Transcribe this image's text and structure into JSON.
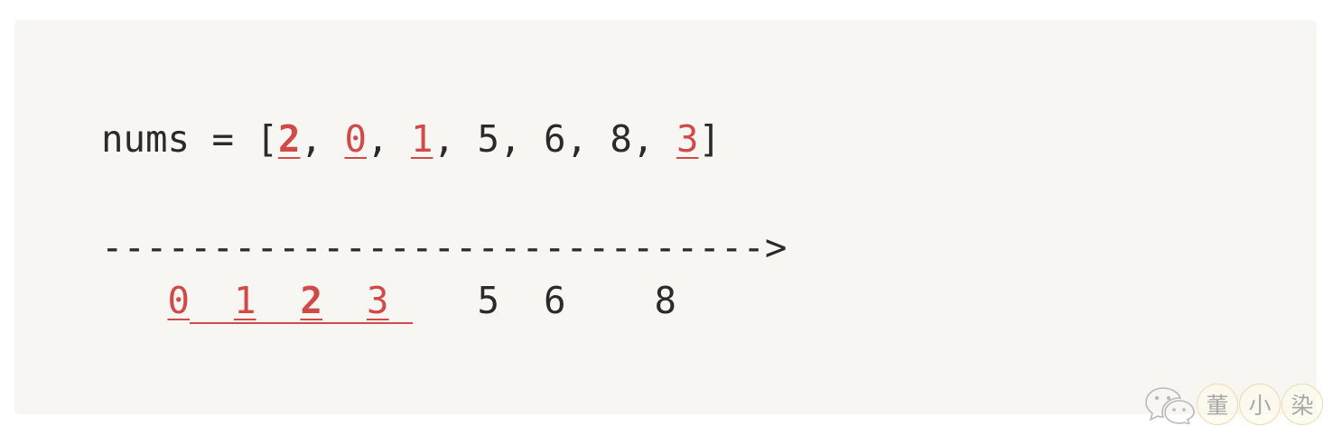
{
  "code_block": {
    "array_line": [
      {
        "text": "nums = [",
        "highlight": false,
        "bold": false
      },
      {
        "text": "2",
        "highlight": true,
        "bold": true
      },
      {
        "text": ", ",
        "highlight": false,
        "bold": false
      },
      {
        "text": "0",
        "highlight": true,
        "bold": false
      },
      {
        "text": ", ",
        "highlight": false,
        "bold": false
      },
      {
        "text": "1",
        "highlight": true,
        "bold": false
      },
      {
        "text": ", 5, 6, 8, ",
        "highlight": false,
        "bold": false
      },
      {
        "text": "3",
        "highlight": true,
        "bold": false
      },
      {
        "text": "]",
        "highlight": false,
        "bold": false
      }
    ],
    "axis_line": "------------------------------>",
    "number_line": [
      {
        "text": "   ",
        "highlight": false,
        "bold": false
      },
      {
        "text": "0",
        "highlight": true,
        "bold": false
      },
      {
        "text": "  ",
        "highlight": false,
        "bold": false
      },
      {
        "text": "1",
        "highlight": true,
        "bold": false
      },
      {
        "text": "  ",
        "highlight": false,
        "bold": false
      },
      {
        "text": "2",
        "highlight": true,
        "bold": true
      },
      {
        "text": "  ",
        "highlight": false,
        "bold": false
      },
      {
        "text": "3",
        "highlight": true,
        "bold": false
      },
      {
        "text": "    5  6    8",
        "highlight": false,
        "bold": false
      }
    ]
  },
  "colors": {
    "background": "#ffffff",
    "block_background": "#f7f6f3",
    "text": "#2a2a2a",
    "highlight": "#d14a48"
  },
  "watermark": {
    "icon": "wechat-icon",
    "characters": [
      "董",
      "小",
      "染"
    ]
  }
}
